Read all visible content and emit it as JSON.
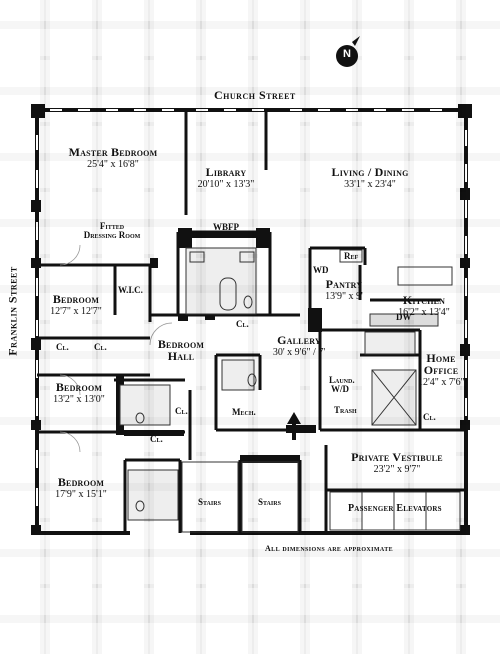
{
  "streets": {
    "north": "Church Street",
    "west": "Franklin Street"
  },
  "compass": {
    "label": "N"
  },
  "rooms": {
    "master_bedroom": {
      "name": "Master Bedroom",
      "dims": "25'4\" x 16'8\""
    },
    "fitted_dressing_room": {
      "name": "Fitted",
      "name2": "Dressing Room"
    },
    "library": {
      "name": "Library",
      "dims": "20'10\" x 13'3\""
    },
    "living_dining": {
      "name": "Living / Dining",
      "dims": "33'1\" x 23'4\""
    },
    "wbfp": "WBFP",
    "ref": "Ref",
    "wd_top": "WD",
    "pantry": {
      "name": "Pantry",
      "dims": "13'9\" x 9'"
    },
    "kitchen": {
      "name": "Kitchen",
      "dims": "16'2\" x 13'4\""
    },
    "dw": "DW",
    "wic": "W.I.C.",
    "bedroom1": {
      "name": "Bedroom",
      "dims": "12'7\" x 12'7\""
    },
    "cl_b1a": "Cl.",
    "cl_b1b": "Cl.",
    "bedroom_hall": {
      "name": "Bedroom",
      "name2": "Hall"
    },
    "cl_hall": "Cl.",
    "gallery": {
      "name": "Gallery",
      "dims": "30' x 9'6\" / 7'"
    },
    "home_office": {
      "name": "Home",
      "name2": "Office",
      "dims": "12'4\" x 7'6\""
    },
    "laund": "Laund.",
    "wd_laund": "W/D",
    "bedroom2": {
      "name": "Bedroom",
      "dims": "13'2\" x 13'0\""
    },
    "cl_b2a": "Cl.",
    "cl_b2b": "Cl.",
    "mech": "Mech.",
    "trash": "Trash",
    "cl_office": "Cl.",
    "bedroom3": {
      "name": "Bedroom",
      "dims": "17'9\" x 15'1\""
    },
    "stairs1": "Stairs",
    "stairs2": "Stairs",
    "private_vestibule": {
      "name": "Private Vestibule",
      "dims": "23'2\" x 9'7\""
    },
    "passenger_elevators": "Passenger Elevators"
  },
  "footnote": "All dimensions are approximate"
}
